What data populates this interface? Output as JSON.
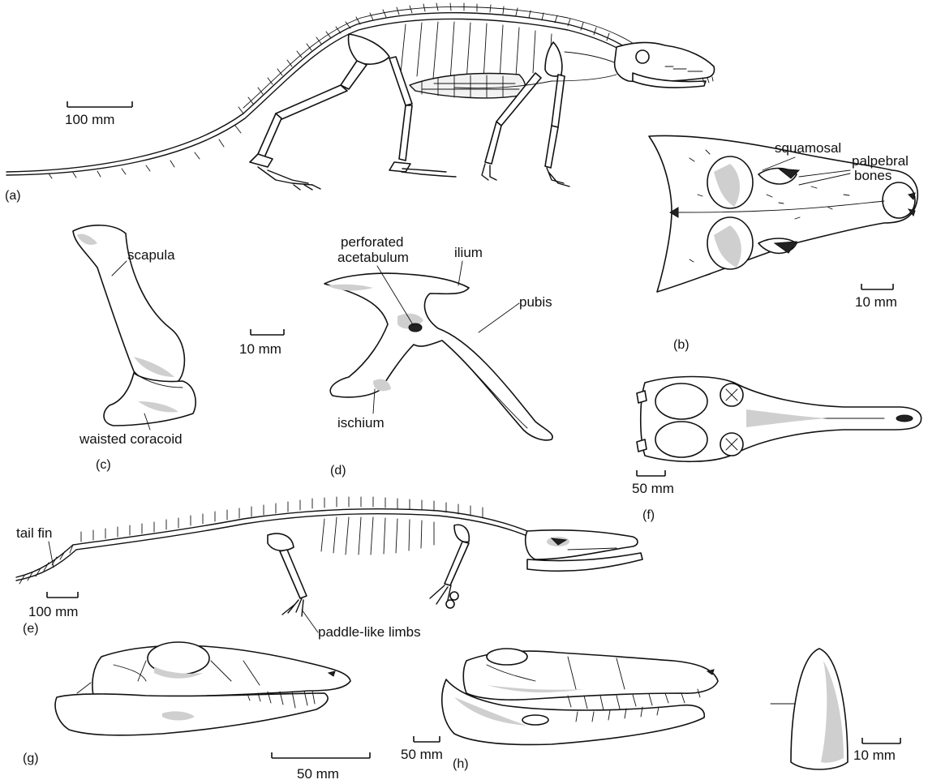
{
  "labels": {
    "squamosal": "squamosal",
    "palpebral_bones": [
      "palpebral",
      "bones"
    ],
    "perforated_acetabulum": [
      "perforated",
      "acetabulum"
    ],
    "ilium": "ilium",
    "pubis": "pubis",
    "ischium": "ischium",
    "scapula": "scapula",
    "waisted_coracoid": "waisted coracoid",
    "tail_fin": "tail fin",
    "paddle_like_limbs": "paddle-like limbs"
  },
  "panels": [
    "(a)",
    "(b)",
    "(c)",
    "(d)",
    "(e)",
    "(f)",
    "(g)",
    "(h)"
  ],
  "scale_bars": {
    "a": "100 mm",
    "b": "10 mm",
    "d": "10 mm",
    "f": "50 mm",
    "e": "100 mm",
    "g": "50 mm",
    "h": "50 mm",
    "tooth": "10 mm"
  }
}
